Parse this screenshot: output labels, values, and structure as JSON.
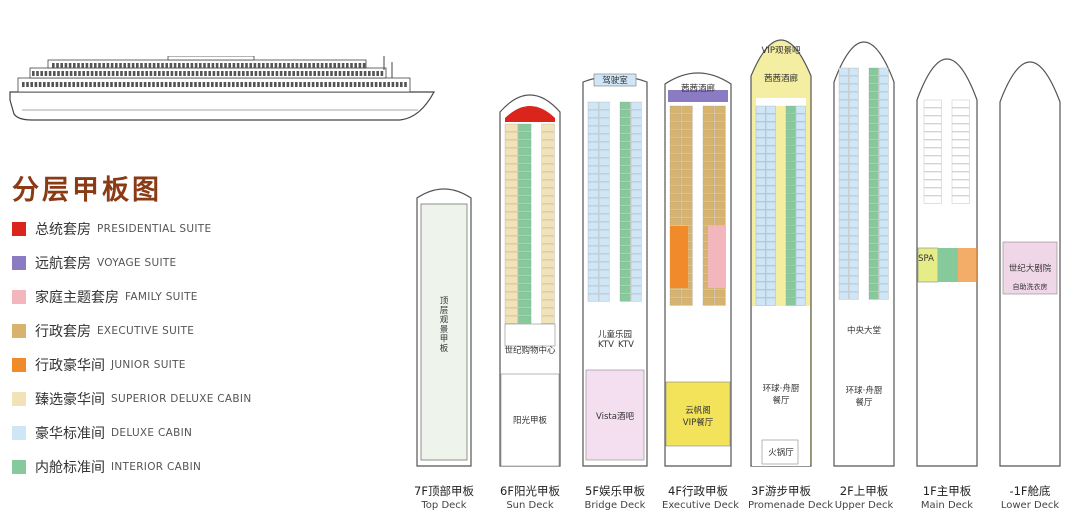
{
  "title": "分层甲板图",
  "colors": {
    "presidential": "#d9251c",
    "voyage": "#8b7bc2",
    "family": "#f4b6bd",
    "executive": "#d8b36d",
    "junior": "#f08a2a",
    "superior": "#f2e2b7",
    "deluxe": "#cfe6f7",
    "interior": "#86c99a",
    "hull": "#6a6a6a",
    "title": "#8a3a14"
  },
  "legend": [
    {
      "cn": "总统套房",
      "en": "PRESIDENTIAL SUITE",
      "color": "#d9251c"
    },
    {
      "cn": "远航套房",
      "en": "VOYAGE SUITE",
      "color": "#8b7bc2"
    },
    {
      "cn": "家庭主题套房",
      "en": "FAMILY SUITE",
      "color": "#f4b6bd"
    },
    {
      "cn": "行政套房",
      "en": "EXECUTIVE SUITE",
      "color": "#d8b36d"
    },
    {
      "cn": "行政豪华间",
      "en": "JUNIOR SUITE",
      "color": "#f08a2a"
    },
    {
      "cn": "臻选豪华间",
      "en": "SUPERIOR DELUXE CABIN",
      "color": "#f2e2b7"
    },
    {
      "cn": "豪华标准间",
      "en": "DELUXE CABIN",
      "color": "#cfe6f7"
    },
    {
      "cn": "内舱标准间",
      "en": "INTERIOR CABIN",
      "color": "#86c99a"
    }
  ],
  "decks": [
    {
      "cn": "7F顶部甲板",
      "en": "Top Deck"
    },
    {
      "cn": "6F阳光甲板",
      "en": "Sun Deck"
    },
    {
      "cn": "5F娱乐甲板",
      "en": "Bridge Deck"
    },
    {
      "cn": "4F行政甲板",
      "en": "Executive Deck"
    },
    {
      "cn": "3F游步甲板",
      "en": "Promenade Deck"
    },
    {
      "cn": "2F上甲板",
      "en": "Upper Deck"
    },
    {
      "cn": "1F主甲板",
      "en": "Main Deck"
    },
    {
      "cn": "-1F舱底",
      "en": "Lower Deck"
    }
  ],
  "areas": {
    "top_observation": "顶层观景甲板",
    "shopping_center": "世纪购物中心",
    "sun_deck": "阳光甲板",
    "wheelhouse": "驾驶室",
    "kids": "儿童乐园",
    "ktv1": "KTV",
    "ktv2": "KTV",
    "vista_bar": "Vista酒吧",
    "xixi_lounge_4f": "茜茜酒廊",
    "yunfan_vip": "云帆阁\nVIP餐厅",
    "vip_bar": "VIP观景吧",
    "xixi_lounge_3f": "茜茜酒廊",
    "global_dining_3f": "环球·舟厨\n餐厅",
    "hotpot": "火锅厅",
    "global_dining_2f": "环球·舟厨\n餐厅",
    "central_lobby": "中央大堂",
    "spa": "SPA",
    "theater": "世纪大剧院",
    "self_laundry": "自助洗衣房"
  }
}
